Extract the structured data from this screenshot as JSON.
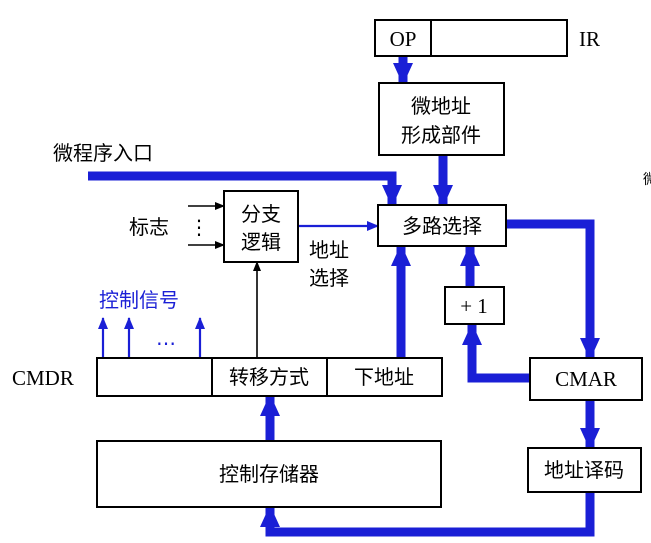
{
  "colors": {
    "bus": "#1a1fd6",
    "line": "#000000",
    "background": "#ffffff"
  },
  "ir": {
    "op": "OP",
    "label": "IR"
  },
  "blocks": {
    "addr_gen_line1": "微地址",
    "addr_gen_line2": "形成部件",
    "branch_line1": "分支",
    "branch_line2": "逻辑",
    "mux": "多路选择",
    "plus_one": "+ 1",
    "cmar": "CMAR",
    "decoder": "地址译码",
    "control_store": "控制存储器"
  },
  "cmdr": {
    "label": "CMDR",
    "field_transfer": "转移方式",
    "field_next_addr": "下地址"
  },
  "labels": {
    "entry": "微程序入口",
    "flags": "标志",
    "flags_dots": "⋮",
    "addr_select_line1": "地址",
    "addr_select_line2": "选择",
    "control_signals": "控制信号",
    "signal_dots": "…",
    "edge_fragment": "微"
  }
}
